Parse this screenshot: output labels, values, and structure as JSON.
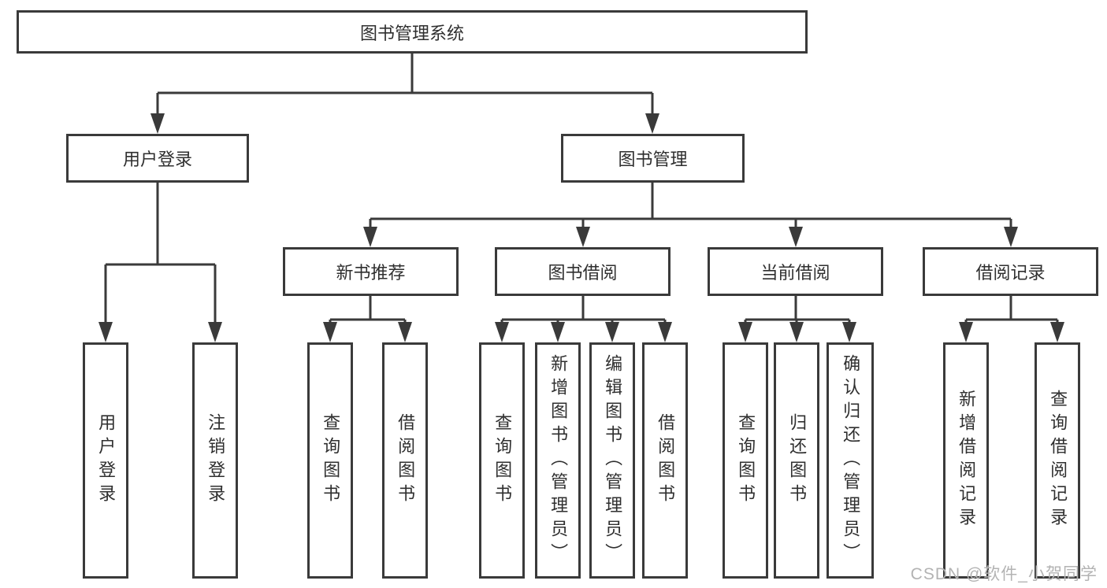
{
  "diagram": {
    "root": {
      "label": "图书管理系统",
      "children": [
        {
          "label": "用户登录",
          "children": [
            {
              "label": "用户登录"
            },
            {
              "label": "注销登录"
            }
          ]
        },
        {
          "label": "图书管理",
          "children": [
            {
              "label": "新书推荐",
              "children": [
                {
                  "label": "查询图书"
                },
                {
                  "label": "借阅图书"
                }
              ]
            },
            {
              "label": "图书借阅",
              "children": [
                {
                  "label": "查询图书"
                },
                {
                  "label": "新增图书（管理员）"
                },
                {
                  "label": "编辑图书（管理员）"
                },
                {
                  "label": "借阅图书"
                }
              ]
            },
            {
              "label": "当前借阅",
              "children": [
                {
                  "label": "查询图书"
                },
                {
                  "label": "归还图书"
                },
                {
                  "label": "确认归还（管理员）"
                }
              ]
            },
            {
              "label": "借阅记录",
              "children": [
                {
                  "label": "新增借阅记录"
                },
                {
                  "label": "查询借阅记录"
                }
              ]
            }
          ]
        }
      ]
    },
    "colors": {
      "line": "#3a3a3a",
      "text": "#2f2f2f",
      "background": "#ffffff",
      "watermark": "#b3b3b3"
    }
  },
  "watermark": {
    "text": "CSDN @软件_小贺同学"
  }
}
